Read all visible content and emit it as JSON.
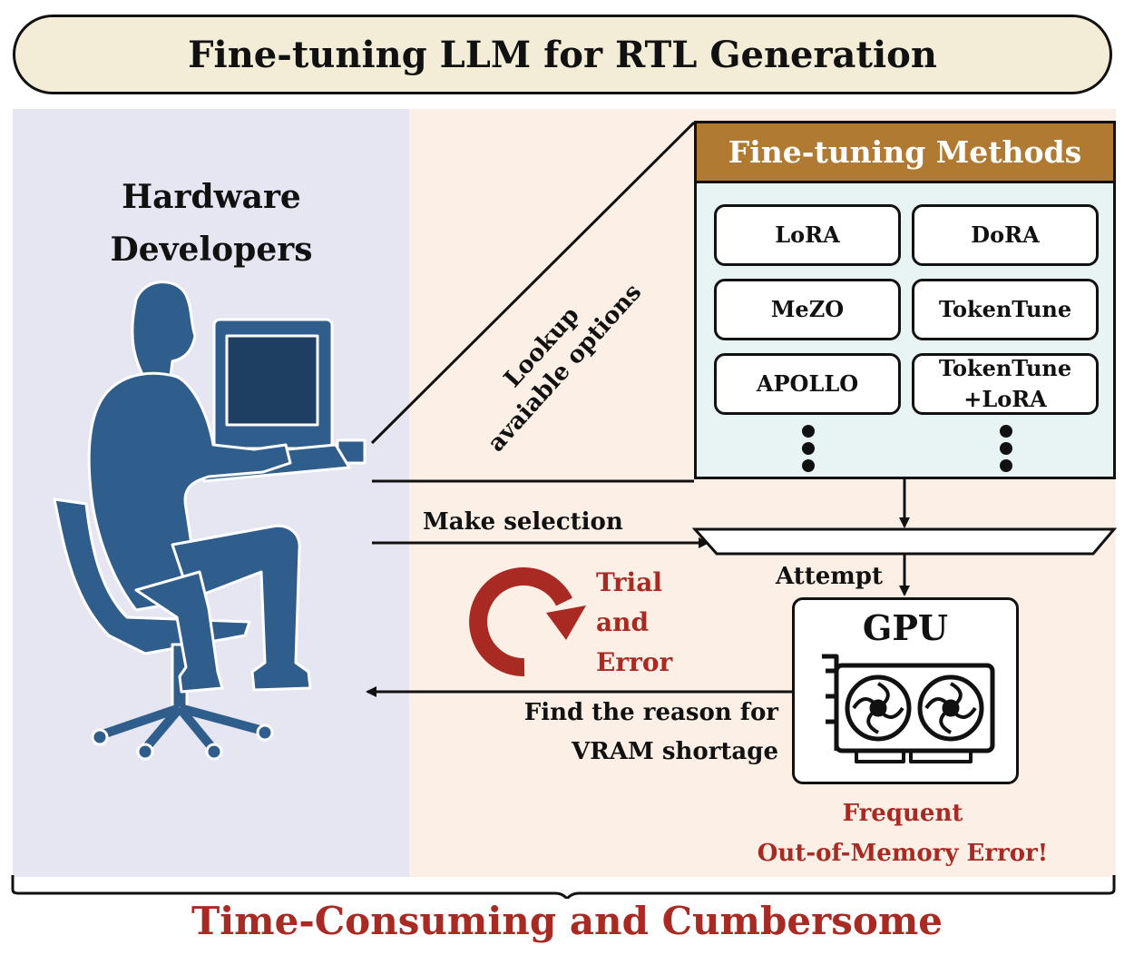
{
  "title": "Fine-tuning LLM for RTL Generation",
  "developers": {
    "line1": "Hardware",
    "line2": "Developers"
  },
  "lookup": {
    "line1": "Lookup",
    "line2": "avaiable options"
  },
  "methods": {
    "header": "Fine-tuning Methods",
    "items": [
      "LoRA",
      "DoRA",
      "MeZO",
      "TokenTune",
      "APOLLO",
      "TokenTune\n+LoRA"
    ]
  },
  "make_selection": "Make selection",
  "attempt": "Attempt",
  "trial": {
    "line1": "Trial",
    "line2": "and",
    "line3": "Error"
  },
  "gpu": {
    "label": "GPU"
  },
  "find_reason": {
    "line1": "Find the reason for",
    "line2": "VRAM shortage"
  },
  "oom": {
    "line1": "Frequent",
    "line2": "Out-of-Memory Error!"
  },
  "bottom": "Time-Consuming and Cumbersome",
  "colors": {
    "accent_red": "#a82a22",
    "header_brown": "#b07a32",
    "figure_blue": "#2f5e8c"
  }
}
